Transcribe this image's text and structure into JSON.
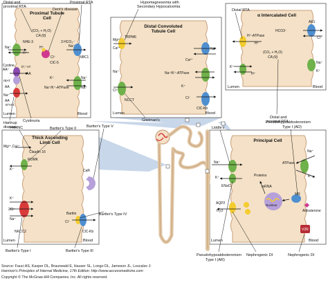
{
  "panels": {
    "proximal": {
      "title1": "Proximal Tubule",
      "title2": "Cell",
      "lumen": "Lumen",
      "blood": "Blood"
    },
    "distal": {
      "title1": "Distal Convoluted",
      "title2": "Tubule Cell",
      "lumen": "Lumen",
      "blood": "Blood"
    },
    "intercalated": {
      "title1": "α Intercalated Cell",
      "lumen": "Lumen",
      "blood": "Blood"
    },
    "tal": {
      "title1": "Thick Ascending",
      "title2": "Limb Cell",
      "lumen": "Lumen",
      "blood": "Blood"
    },
    "principal": {
      "title1": "Principal Cell",
      "lumen": "Lumen",
      "blood": "Blood"
    }
  },
  "diseases": {
    "distal_proximal_rta_1": "Distal and",
    "distal_proximal_rta_2": "proximal RTA",
    "dents": "Dent's disease",
    "proximal_rta": "Proximal RTA",
    "hypomag_1": "Hypomagnesemia with",
    "hypomag_2": "Secondary Hypocalcemia",
    "distal_rta": "Distal RTA",
    "hartnup_1": "Hartnup",
    "hartnup_2": "disease",
    "cystinuria": "Cystinuria",
    "gitelmans": "Gitelman's",
    "distal_prox_rta_b1": "Distal and",
    "distal_prox_rta_b2": "proximal RTA",
    "fhhnc": "FHHNC",
    "bartter2": "Bartter's Type II",
    "bartter5": "Bartter's Type V",
    "bartter4": "Bartter's Type IV",
    "bartter1": "Bartter's Type I",
    "bartter3": "Bartter's Type III",
    "liddles": "Liddle's",
    "pha1ad_1": "Pseudohypoaldosteronism",
    "pha1ad_2": "Type I (AD)",
    "pha1ar_1": "Pseudohypoaldosteronism",
    "pha1ar_2": "Type I (AR)",
    "ndi_1": "Nephrogenic DI",
    "ndi_2": "Nephrogenic DI"
  },
  "proximal_labels": {
    "nhe3": "NHE-3",
    "na1": "Na⁺",
    "h1": "H⁺",
    "co2eq": "(CO₂ + H₂O)",
    "ca2": "CA (II)",
    "hco3": "3 HCO₃⁻",
    "na_nbc": "Na⁺",
    "nbc1": "NBC1",
    "clc5": "ClC-5",
    "cl": "Cl⁻",
    "hp": "H⁺",
    "cystine": "Cystine,",
    "aa_plus": "AA⁺",
    "b0at": "b⁰,⁺AT",
    "aa1": "AA",
    "rbat": "rBAT",
    "aa2": "AA",
    "naaa": "Na⁺",
    "aa3": "AA",
    "b0at1": "B⁰AT1",
    "k": "K⁺",
    "na2": "Na⁺",
    "atpase": "Na⁺/K⁺-ATPase",
    "na3": "Na⁺"
  },
  "distal_labels": {
    "mg": "Mg²⁺",
    "trpm6": "TRPM6",
    "ca": "Ca²⁺",
    "na_r": "Na⁺",
    "ca_r": "Ca²⁺",
    "na_l": "Na⁺",
    "atpase": "Na⁺/K⁺-ATPase",
    "cl_l": "Cl⁻",
    "ncct": "NCCT",
    "k_r": "K⁺",
    "cl_r": "Cl⁻",
    "clckb": "ClC-Kb"
  },
  "intercalated_labels": {
    "atpase": "H⁺-ATPase",
    "h": "H⁺",
    "hco3": "HCO3⁻",
    "co2eq": "(CO₂ + H₂O)",
    "ca2": "CA (II)",
    "ae1": "AE1",
    "na_r": "Na⁺",
    "k_r": "K⁺",
    "k_l": "K⁺",
    "h_l": "H⁺",
    "cl_r": "Cl⁻"
  },
  "tal_labels": {
    "mgca": "Mg²⁺,Ca²⁺",
    "claudin": "Claudin 16",
    "romk": "ROMK",
    "k1": "K⁺",
    "car": "CaR",
    "k2": "K⁺",
    "cl2": "2Cl⁻",
    "na": "Na⁺",
    "nkcc2": "NKCC2",
    "barttin": "Barttin",
    "cl_r": "Cl⁻",
    "clckb": "ClC-Kb"
  },
  "principal_labels": {
    "na_l": "Na⁺",
    "k_l": "K⁺",
    "enac": "ENaC",
    "proteins": "Proteins",
    "mrna": "mRNA",
    "nucleus": "Nucleus",
    "mr": "MR",
    "aldosterone": "Aldosterone",
    "atpase": "ATPase",
    "na_r": "Na⁺",
    "k_r": "K⁺",
    "aqp2": "AQP2",
    "h2o": "H₂O",
    "v2r": "V2R"
  },
  "colors": {
    "cell_fill": "#f4e1c7",
    "cell_stroke": "#c9a07a",
    "panel_bg": "#dfe8f4",
    "wedge": "#c3d3e8",
    "green": "#6fb14a",
    "blue": "#4f8fd0",
    "yellow": "#f4cc2f",
    "red": "#d93a3a",
    "purple": "#8a4cb0",
    "lavender": "#b6a0d9",
    "magenta": "#d03a8e",
    "darkred": "#b82c35"
  },
  "credits": {
    "line1": "Source: Fauci AS, Kasper DL, Braunwald E, Hauser SL, Longo DL, Jameson JL, Loscalzo J:",
    "line2": "Harrison's Principles of Internal Medicine, 17th Edition: http://www.accessmedicine.com",
    "line3": "Copyright © The McGraw-Hill Companies, Inc. All rights reserved."
  }
}
